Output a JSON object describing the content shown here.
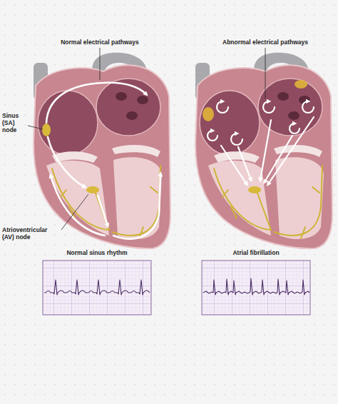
{
  "diagram": {
    "labels": [
      "Normal electrical pathways",
      "Sinus (SA) node",
      "Atrioventricular (AV) node",
      "Abnormal electrical pathways",
      "Normal sinus rhythm",
      "Atrial fibrillation"
    ]
  }
}
